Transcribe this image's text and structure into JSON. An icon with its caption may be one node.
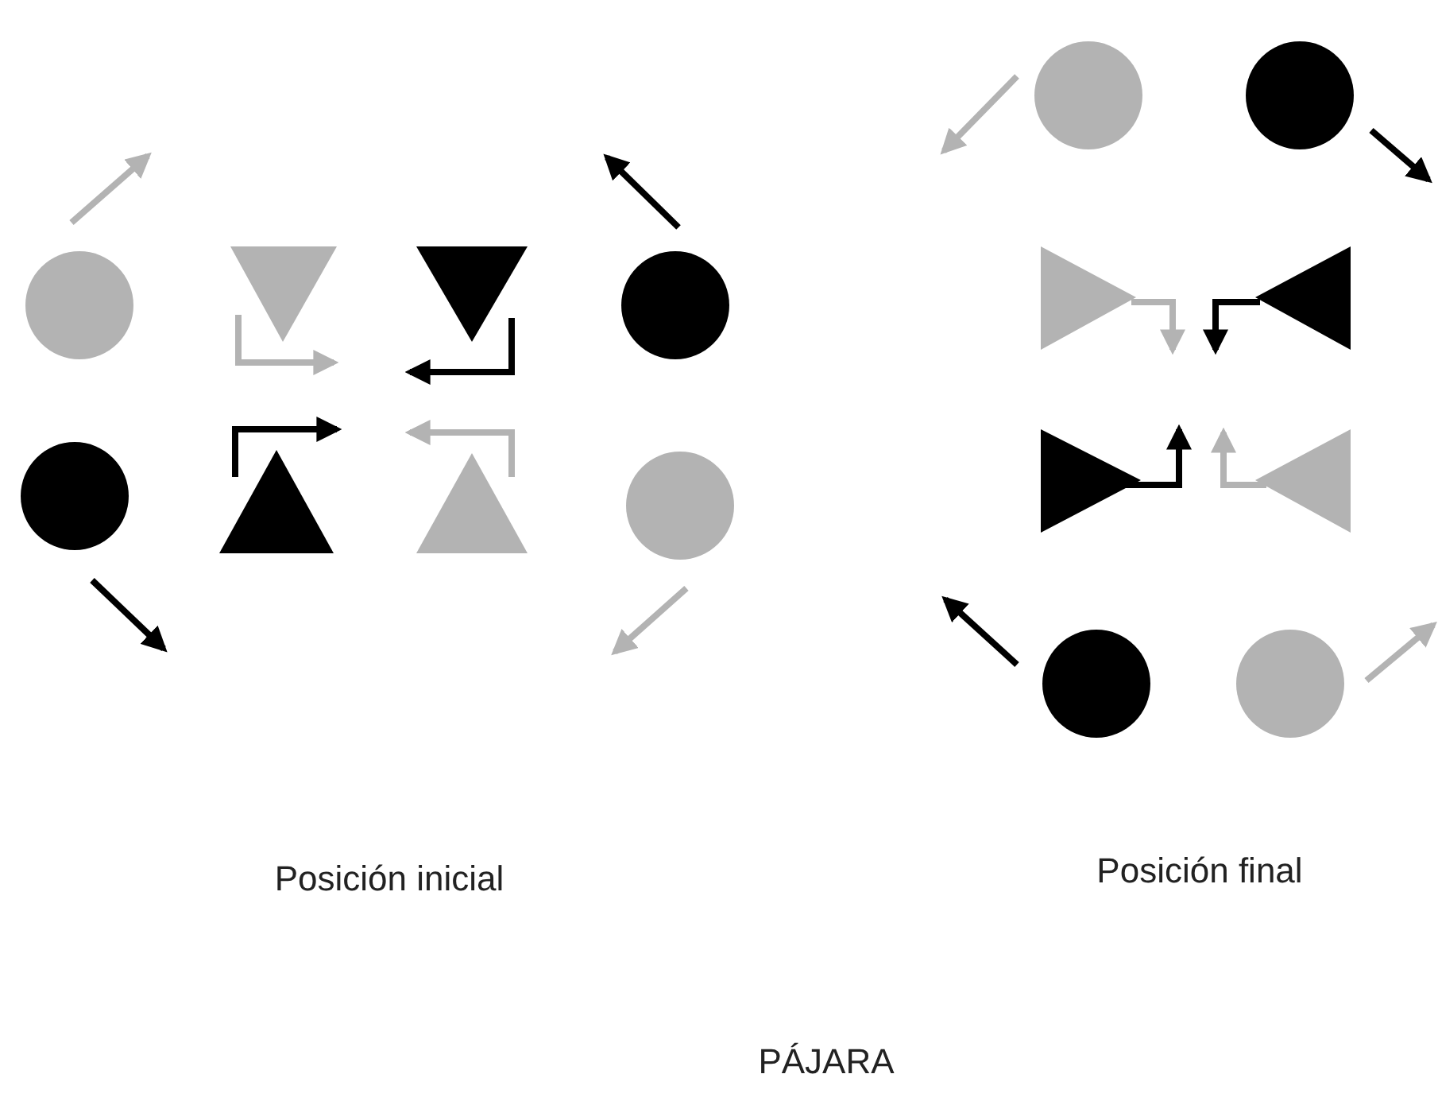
{
  "diagram": {
    "caption": "PÁJARA",
    "labels": [
      "Posición inicial",
      "Posición final"
    ]
  }
}
